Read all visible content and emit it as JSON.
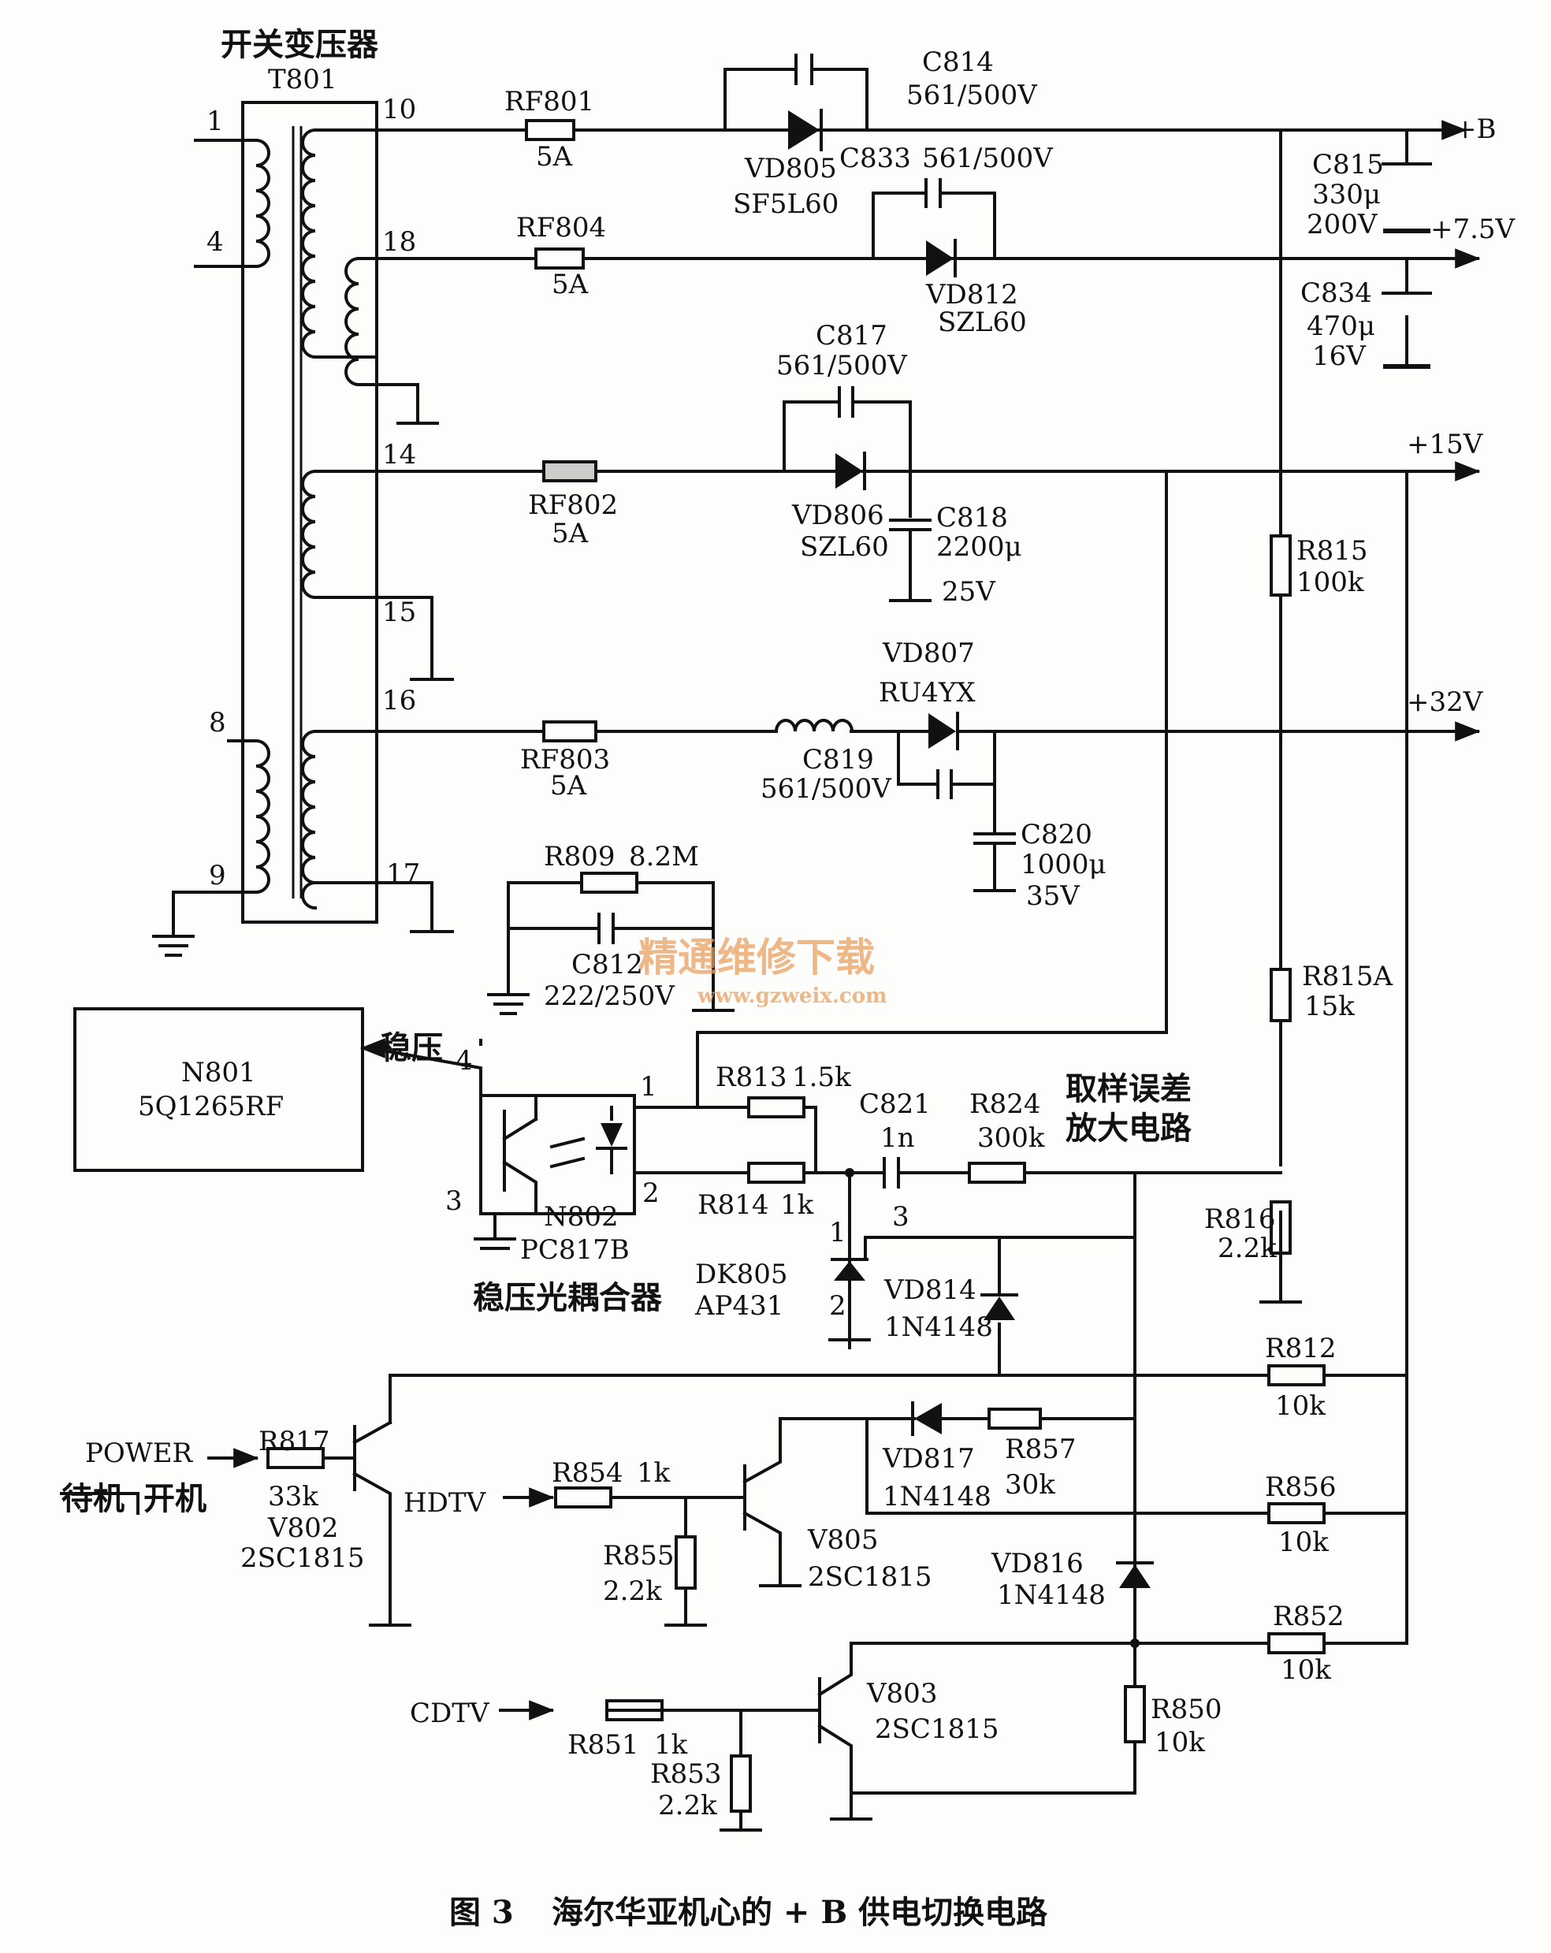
{
  "title": "开关变压器",
  "transformer": {
    "ref": "T801",
    "pins": [
      "1",
      "4",
      "10",
      "18",
      "14",
      "15",
      "16",
      "8",
      "9",
      "17"
    ]
  },
  "components": {
    "rf801": {
      "ref": "RF801",
      "val": "5A"
    },
    "rf804": {
      "ref": "RF804",
      "val": "5A"
    },
    "rf802": {
      "ref": "RF802",
      "val": "5A"
    },
    "rf803": {
      "ref": "RF803",
      "val": "5A"
    },
    "c814": {
      "ref": "C814",
      "val": "561/500V"
    },
    "vd805": {
      "ref": "VD805",
      "val": "SF5L60"
    },
    "c833": {
      "ref": "C833",
      "val": "561/500V"
    },
    "vd812": {
      "ref": "VD812",
      "val": "SZL60"
    },
    "c815": {
      "ref": "C815",
      "val1": "330μ",
      "val2": "200V"
    },
    "c834": {
      "ref": "C834",
      "val1": "470μ",
      "val2": "16V"
    },
    "c817": {
      "ref": "C817",
      "val": "561/500V"
    },
    "vd806": {
      "ref": "VD806",
      "val": "SZL60"
    },
    "c818": {
      "ref": "C818",
      "val1": "2200μ",
      "val2": "25V"
    },
    "vd807": {
      "ref": "VD807",
      "val": "RU4YX"
    },
    "c819": {
      "ref": "C819",
      "val": "561/500V"
    },
    "c820": {
      "ref": "C820",
      "val1": "1000μ",
      "val2": "35V"
    },
    "r809": {
      "ref": "R809",
      "val": "8.2M"
    },
    "c812": {
      "ref": "C812",
      "val": "222/250V"
    },
    "r815": {
      "ref": "R815",
      "val": "100k"
    },
    "r815a": {
      "ref": "R815A",
      "val": "15k"
    },
    "r816": {
      "ref": "R816",
      "val": "2.2k"
    },
    "n801": {
      "ref": "N801",
      "val": "5Q1265RF"
    },
    "n802": {
      "ref": "N802",
      "val": "PC817B",
      "desc": "稳压光耦合器"
    },
    "r813": {
      "ref": "R813",
      "val": "1.5k"
    },
    "r814": {
      "ref": "R814",
      "val": "1k"
    },
    "c821": {
      "ref": "C821",
      "val": "1n"
    },
    "r824": {
      "ref": "R824",
      "val": "300k"
    },
    "dk805": {
      "ref": "DK805",
      "val": "AP431"
    },
    "vd814": {
      "ref": "VD814",
      "val": "1N4148"
    },
    "r812": {
      "ref": "R812",
      "val": "10k"
    },
    "r817": {
      "ref": "R817",
      "val": "33k"
    },
    "v802": {
      "ref": "V802",
      "val": "2SC1815"
    },
    "r854": {
      "ref": "R854",
      "val": "1k"
    },
    "r855": {
      "ref": "R855",
      "val": "2.2k"
    },
    "v805": {
      "ref": "V805",
      "val": "2SC1815"
    },
    "vd817": {
      "ref": "VD817",
      "val": "1N4148"
    },
    "r857": {
      "ref": "R857",
      "val": "30k"
    },
    "r856": {
      "ref": "R856",
      "val": "10k"
    },
    "vd816": {
      "ref": "VD816",
      "val": "1N4148"
    },
    "r852": {
      "ref": "R852",
      "val": "10k"
    },
    "v803": {
      "ref": "V803",
      "val": "2SC1815"
    },
    "r850": {
      "ref": "R850",
      "val": "10k"
    },
    "r851": {
      "ref": "R851",
      "val": "1k"
    },
    "r853": {
      "ref": "R853",
      "val": "2.2k"
    }
  },
  "rails": {
    "b": "+B",
    "v75": "+7.5V",
    "v15": "+15V",
    "v32": "+32V"
  },
  "signals": {
    "power": "POWER",
    "standby": "待机",
    "on": "开机",
    "hdtv": "HDTV",
    "cdtv": "CDTV",
    "regulate": "稳压",
    "sampling_1": "取样误差",
    "sampling_2": "放大电路"
  },
  "pin_numbers": {
    "n802_4": "4",
    "n802_1": "1",
    "n802_2": "2",
    "n802_3": "3",
    "dk_1": "1",
    "dk_2": "2",
    "dk_3": "3"
  },
  "watermark": {
    "cn": "精通维修下载",
    "url": "www.gzweix.com"
  },
  "caption": {
    "fig": "图 3",
    "text": "海尔华亚机心的 + B 供电切换电路"
  }
}
